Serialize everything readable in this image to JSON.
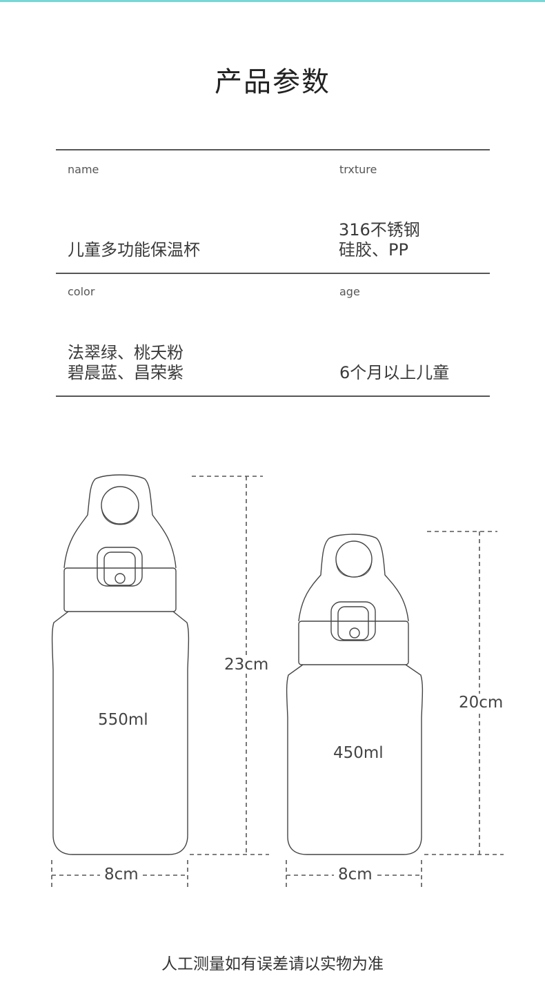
{
  "page": {
    "title": "产品参数",
    "accent_color": "#7ad6d6"
  },
  "specs": {
    "name": {
      "label": "name",
      "value": "儿童多功能保温杯"
    },
    "texture": {
      "label": "trxture",
      "value_line1": "316不锈钢",
      "value_line2": "硅胶、PP"
    },
    "color": {
      "label": "color",
      "value_line1": "法翠绿、桃夭粉",
      "value_line2": "碧晨蓝、昌荣紫"
    },
    "age": {
      "label": "age",
      "value": "6个月以上儿童"
    }
  },
  "bottles": {
    "large": {
      "capacity": "550ml",
      "height": "23cm",
      "width": "8cm"
    },
    "small": {
      "capacity": "450ml",
      "height": "20cm",
      "width": "8cm"
    }
  },
  "footer": {
    "note": "人工测量如有误差请以实物为准"
  }
}
